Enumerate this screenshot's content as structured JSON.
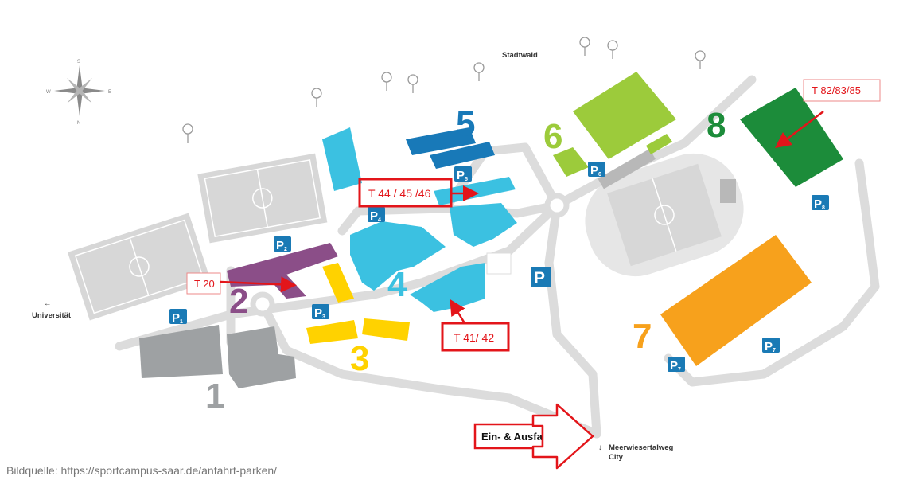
{
  "labels": {
    "stadtwald": "Stadtwald",
    "universitaet": "Universität",
    "meerwiesertalweg": "Meerwiesertalweg",
    "city": "City",
    "universitaet_arrow": "←",
    "city_arrow": "↓"
  },
  "compass": {
    "n": "N",
    "s": "S",
    "w": "W",
    "e": "E"
  },
  "areas": [
    "1",
    "2",
    "3",
    "4",
    "5",
    "6",
    "7",
    "8"
  ],
  "parking": {
    "p1": {
      "p": "P",
      "sub": "1"
    },
    "p2": {
      "p": "P",
      "sub": "2"
    },
    "p3": {
      "p": "P",
      "sub": "3"
    },
    "p4": {
      "p": "P",
      "sub": "4"
    },
    "p5": {
      "p": "P",
      "sub": "5"
    },
    "p6": {
      "p": "P",
      "sub": "6"
    },
    "p7a": {
      "p": "P",
      "sub": "7"
    },
    "p7b": {
      "p": "P",
      "sub": "7"
    },
    "p8": {
      "p": "P",
      "sub": "8"
    },
    "main": "P"
  },
  "annotations": {
    "t44": "T 44 / 45 /46",
    "t41": "T 41/ 42",
    "t20": "T 20",
    "t82": "T 82/83/85",
    "entrance": "Ein- & Ausfahrt"
  },
  "colors": {
    "road": "#dcdcdc",
    "field": "#d7d7d7",
    "building_grey": "#9ea1a3",
    "purple": "#8b4e88",
    "yellow": "#ffd200",
    "cyan": "#3bc1e1",
    "blue": "#1879b8",
    "light_green": "#9ccb3b",
    "dark_green": "#1c8c3a",
    "orange": "#f7a11c",
    "parking_blue": "#1a7ab5",
    "annotation_red": "#e3151a"
  },
  "source": "Bildquelle: https://sportcampus-saar.de/anfahrt-parken/"
}
